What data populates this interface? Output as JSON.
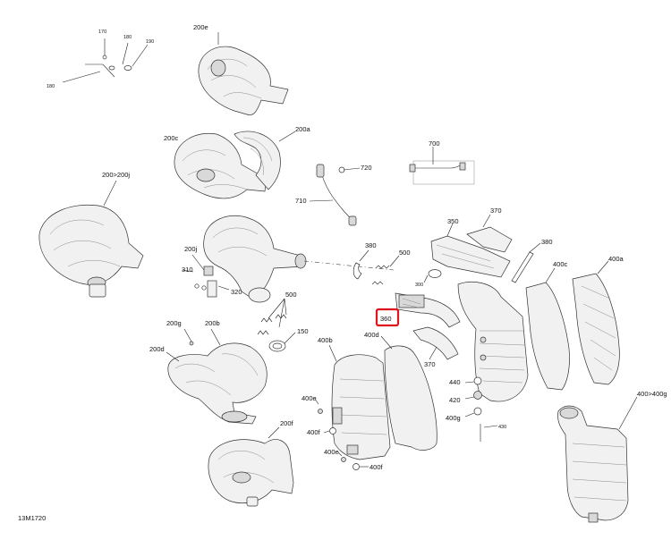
{
  "diagram_code": "13M1720",
  "highlight_color": "#e0141e",
  "callouts": {
    "c170": "170",
    "c180a": "180",
    "c190": "190",
    "c180b": "180",
    "c200e": "200e",
    "c200c": "200c",
    "c200a": "200a",
    "c200_200j": "200>200j",
    "c700": "700",
    "c720": "720",
    "c710": "710",
    "c200j": "200j",
    "c310": "310",
    "c320": "320",
    "c500a": "500",
    "c150": "150",
    "c200g": "200g",
    "c200b": "200b",
    "c200d": "200d",
    "c200f": "200f",
    "c350": "350",
    "c370a": "370",
    "c380a": "380",
    "c500b": "500",
    "c300": "300",
    "c380b": "380",
    "c400c": "400c",
    "c400a": "400a",
    "c360": "360",
    "c400d": "400d",
    "c400b": "400b",
    "c370b": "370",
    "c440": "440",
    "c420": "420",
    "c400g": "400g",
    "c430": "430",
    "c400e_a": "400e",
    "c400f_a": "400f",
    "c400e_b": "400e",
    "c400f_b": "400f",
    "c400_400g": "400>400g"
  }
}
